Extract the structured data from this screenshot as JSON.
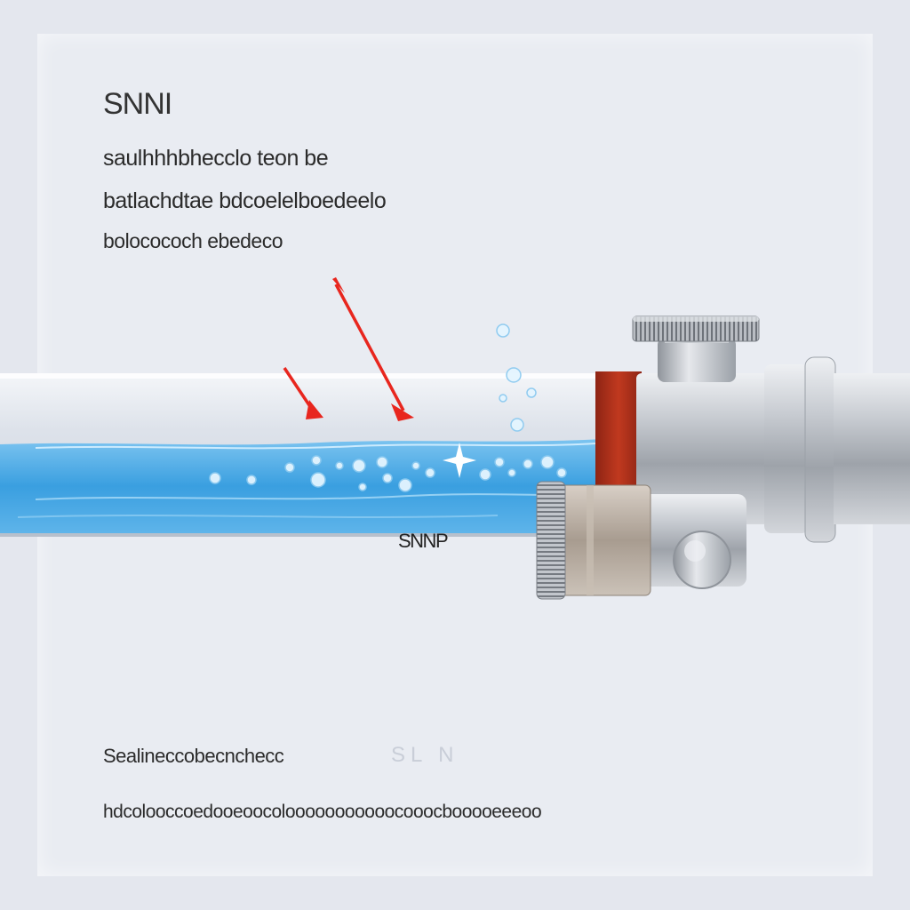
{
  "heading": "SNNI",
  "paragraph": {
    "line1": "saulhhhbhecclo teon    be",
    "line2": "batlachdtae bdcoelelboedeelo",
    "line3": "bolocococh ebedeco"
  },
  "pipe_label": "SNNP",
  "footer": {
    "line1": "Sealineccobecnchecc",
    "line1_faded": "SL N",
    "line2": "hdcolooccoedooeoocolooooooooooocooocbooooeeeoo"
  },
  "colors": {
    "water": "#3a9fe0",
    "arrow": "#e8261e",
    "gasket": "#b3301c",
    "metal": "#b8bcc2"
  }
}
